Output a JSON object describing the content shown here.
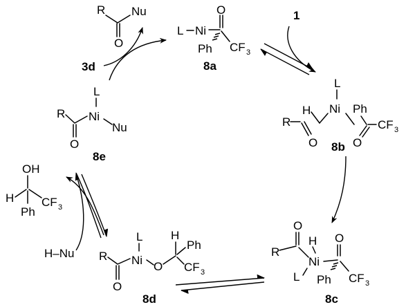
{
  "compounds": {
    "c8a": {
      "id": "8a",
      "ni": "Ni",
      "l": "L",
      "ph": "Ph",
      "cf3_cf": "CF",
      "cf3_3": "3"
    },
    "c8b": {
      "id": "8b",
      "ni": "Ni",
      "l": "L",
      "h": "H",
      "r": "R",
      "ph": "Ph",
      "o1": "O",
      "o2": "O",
      "cf3_cf": "CF",
      "cf3_3": "3"
    },
    "c8c": {
      "id": "8c",
      "ni": "Ni",
      "l": "L",
      "h": "H",
      "r": "R",
      "ph": "Ph",
      "o1": "O",
      "o2": "O",
      "cf3_cf": "CF",
      "cf3_3": "3"
    },
    "c8d": {
      "id": "8d",
      "ni": "Ni",
      "l": "L",
      "h": "H",
      "r": "R",
      "ph": "Ph",
      "o_carbonyl": "O",
      "o_ether": "O",
      "cf3_cf": "CF",
      "cf3_3": "3"
    },
    "c8e": {
      "id": "8e",
      "ni": "Ni",
      "l": "L",
      "r": "R",
      "nu": "Nu",
      "o": "O"
    }
  },
  "reagents": {
    "r1": "1",
    "r3d": "3d",
    "hnu": "H–Nu",
    "product": {
      "r": "R",
      "nu": "Nu",
      "o": "O"
    },
    "alcohol": {
      "oh": "OH",
      "h": "H",
      "ph": "Ph",
      "cf3_cf": "CF",
      "cf3_3": "3"
    }
  }
}
